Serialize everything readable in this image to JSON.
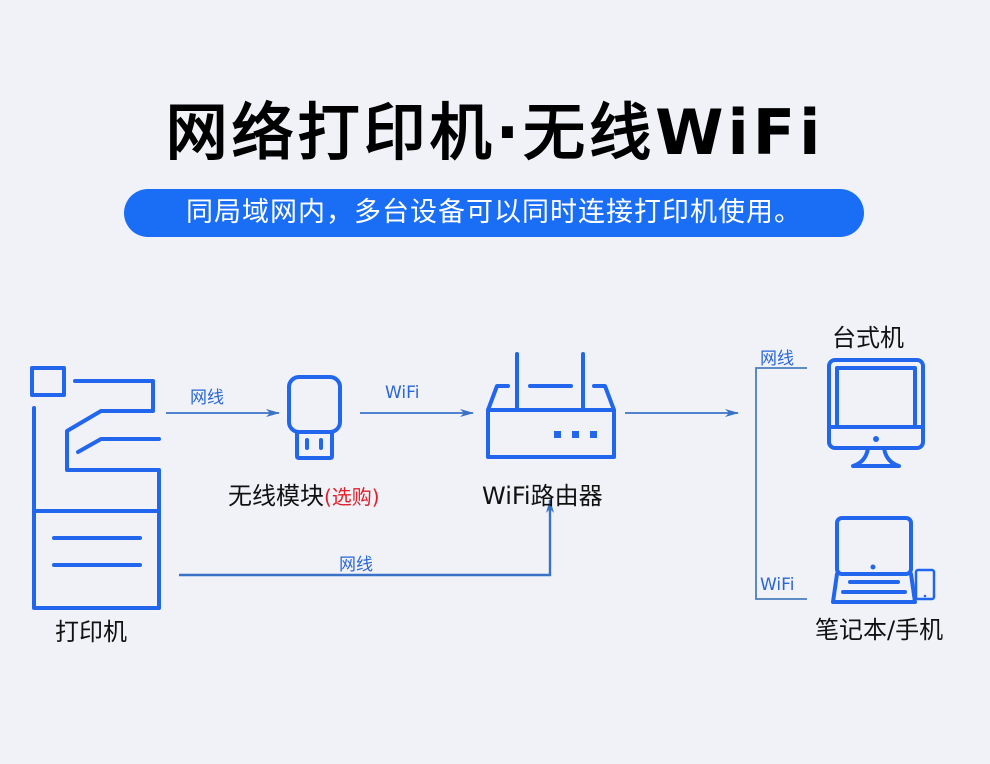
{
  "header": {
    "title": "网络打印机·无线WiFi",
    "subtitle": "同局域网内，多台设备可以同时连接打印机使用。"
  },
  "colors": {
    "accent": "#1a6ef5",
    "icon": "#2266ee",
    "line": "#3a72c8",
    "optional": "#e0202a",
    "background": "#f0f2f8"
  },
  "nodes": {
    "printer": {
      "label": "打印机",
      "icon": "printer-icon"
    },
    "module": {
      "label": "无线模块",
      "note": "(选购)",
      "icon": "usb-wifi-module-icon"
    },
    "router": {
      "label": "WiFi路由器",
      "icon": "router-icon"
    },
    "desktop": {
      "label": "台式机",
      "icon": "desktop-icon"
    },
    "laptop": {
      "label": "笔记本/手机",
      "icon": "laptop-phone-icon"
    }
  },
  "connections": {
    "printer_to_module": "网线",
    "module_to_router": "WiFi",
    "printer_to_router": "网线",
    "router_to_desktop": "网线",
    "router_to_laptop": "WiFi"
  }
}
